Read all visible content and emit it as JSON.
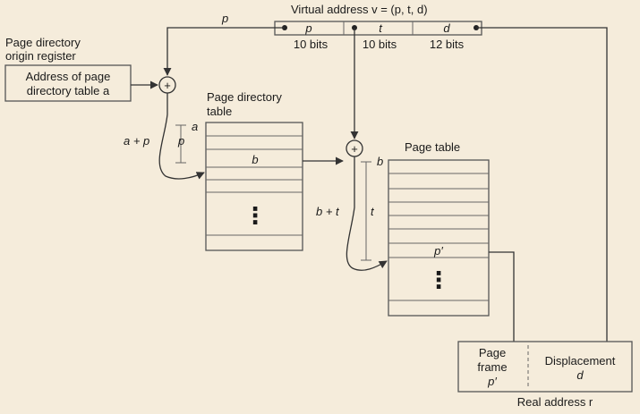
{
  "virtual_address": {
    "title": "Virtual address v = (p, t, d)",
    "fields": [
      {
        "label": "p",
        "bits": "10 bits"
      },
      {
        "label": "t",
        "bits": "10 bits"
      },
      {
        "label": "d",
        "bits": "12 bits"
      }
    ],
    "p_arrow_label": "p"
  },
  "origin_register": {
    "title_line1": "Page directory",
    "title_line2": "origin register",
    "content_line1": "Address of page",
    "content_line2": "directory table a"
  },
  "page_directory": {
    "title_line1": "Page directory",
    "title_line2": "table",
    "offset_label": "a + p",
    "a_label": "a",
    "p_label": "p",
    "entry_label": "b"
  },
  "page_table": {
    "title": "Page table",
    "offset_label": "b + t",
    "b_label": "b",
    "t_label": "t",
    "entry_label": "p′"
  },
  "real_address": {
    "title": "Real address r",
    "frame_line1": "Page",
    "frame_line2": "frame",
    "frame_line3": "p′",
    "disp_line1": "Displacement",
    "disp_line2": "d"
  },
  "adder_symbol": "+",
  "ellipsis": "⋮"
}
